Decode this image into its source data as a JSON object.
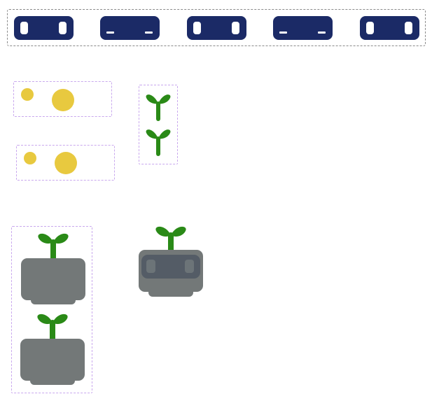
{
  "palette": {
    "button_fill": "#1b2a66",
    "eye_fill": "#ffffff",
    "seed_fill": "#e8c93f",
    "sprout_green": "#2a8a17",
    "pot_gray": "#737878",
    "pot_dark": "#545c66",
    "pot_handle": "#6c7478",
    "toolbar_border": "#8a8a8a",
    "group_border": "#c9a8ee"
  },
  "toolbar": {
    "buttons": [
      {
        "icon": "eyes-open-icon",
        "state": "open"
      },
      {
        "icon": "eyes-closed-icon",
        "state": "closed"
      },
      {
        "icon": "eyes-open-icon",
        "state": "open"
      },
      {
        "icon": "eyes-closed-icon",
        "state": "closed"
      },
      {
        "icon": "eyes-open-icon",
        "state": "open"
      }
    ]
  },
  "pieces": {
    "seed_pairs": [
      {
        "icon": "seed-pair-icon"
      },
      {
        "icon": "seed-pair-icon"
      }
    ],
    "sprout_stack": {
      "icon": "sprout-icon",
      "count": 2
    },
    "potted_sprout_stack": {
      "icon": "potted-sprout-icon",
      "count": 2
    },
    "face_pot": {
      "icon": "face-pot-with-sprout-icon"
    }
  }
}
